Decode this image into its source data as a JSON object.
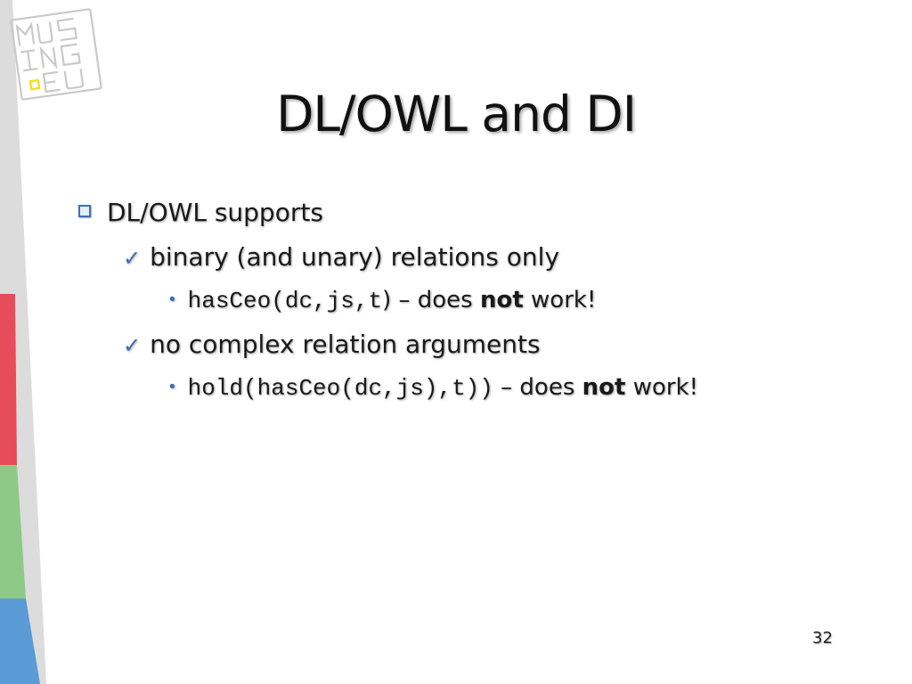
{
  "slide": {
    "title": "DL/OWL and DI",
    "page_number": "32"
  },
  "bullets": [
    {
      "level": 1,
      "marker": "square",
      "text": "DL/OWL supports"
    },
    {
      "level": 2,
      "marker": "check",
      "text": "binary (and unary) relations only"
    },
    {
      "level": 3,
      "marker": "dot",
      "code": "hasCeo(dc,js,t",
      "after_code": ") – does ",
      "bold": "not",
      "tail": " work!"
    },
    {
      "level": 2,
      "marker": "check",
      "text": "no complex relation arguments"
    },
    {
      "level": 3,
      "marker": "dot",
      "code": "hold(hasCeo(dc,js),t))",
      "after_code": " – does ",
      "bold": "not",
      "tail": " work!"
    }
  ],
  "colors": {
    "strip_red": "#e74c5a",
    "strip_green": "#8fc987",
    "strip_blue": "#5b9bd5",
    "strip_gray": "#dcdcdc",
    "bullet_accent": "#3a6fb7",
    "logo_yellow": "#f5e11b"
  },
  "logo": {
    "icon": "musing-eu-logo-icon",
    "letters": [
      "M",
      "U",
      "S",
      "I",
      "N",
      "G",
      "E",
      "U"
    ]
  }
}
